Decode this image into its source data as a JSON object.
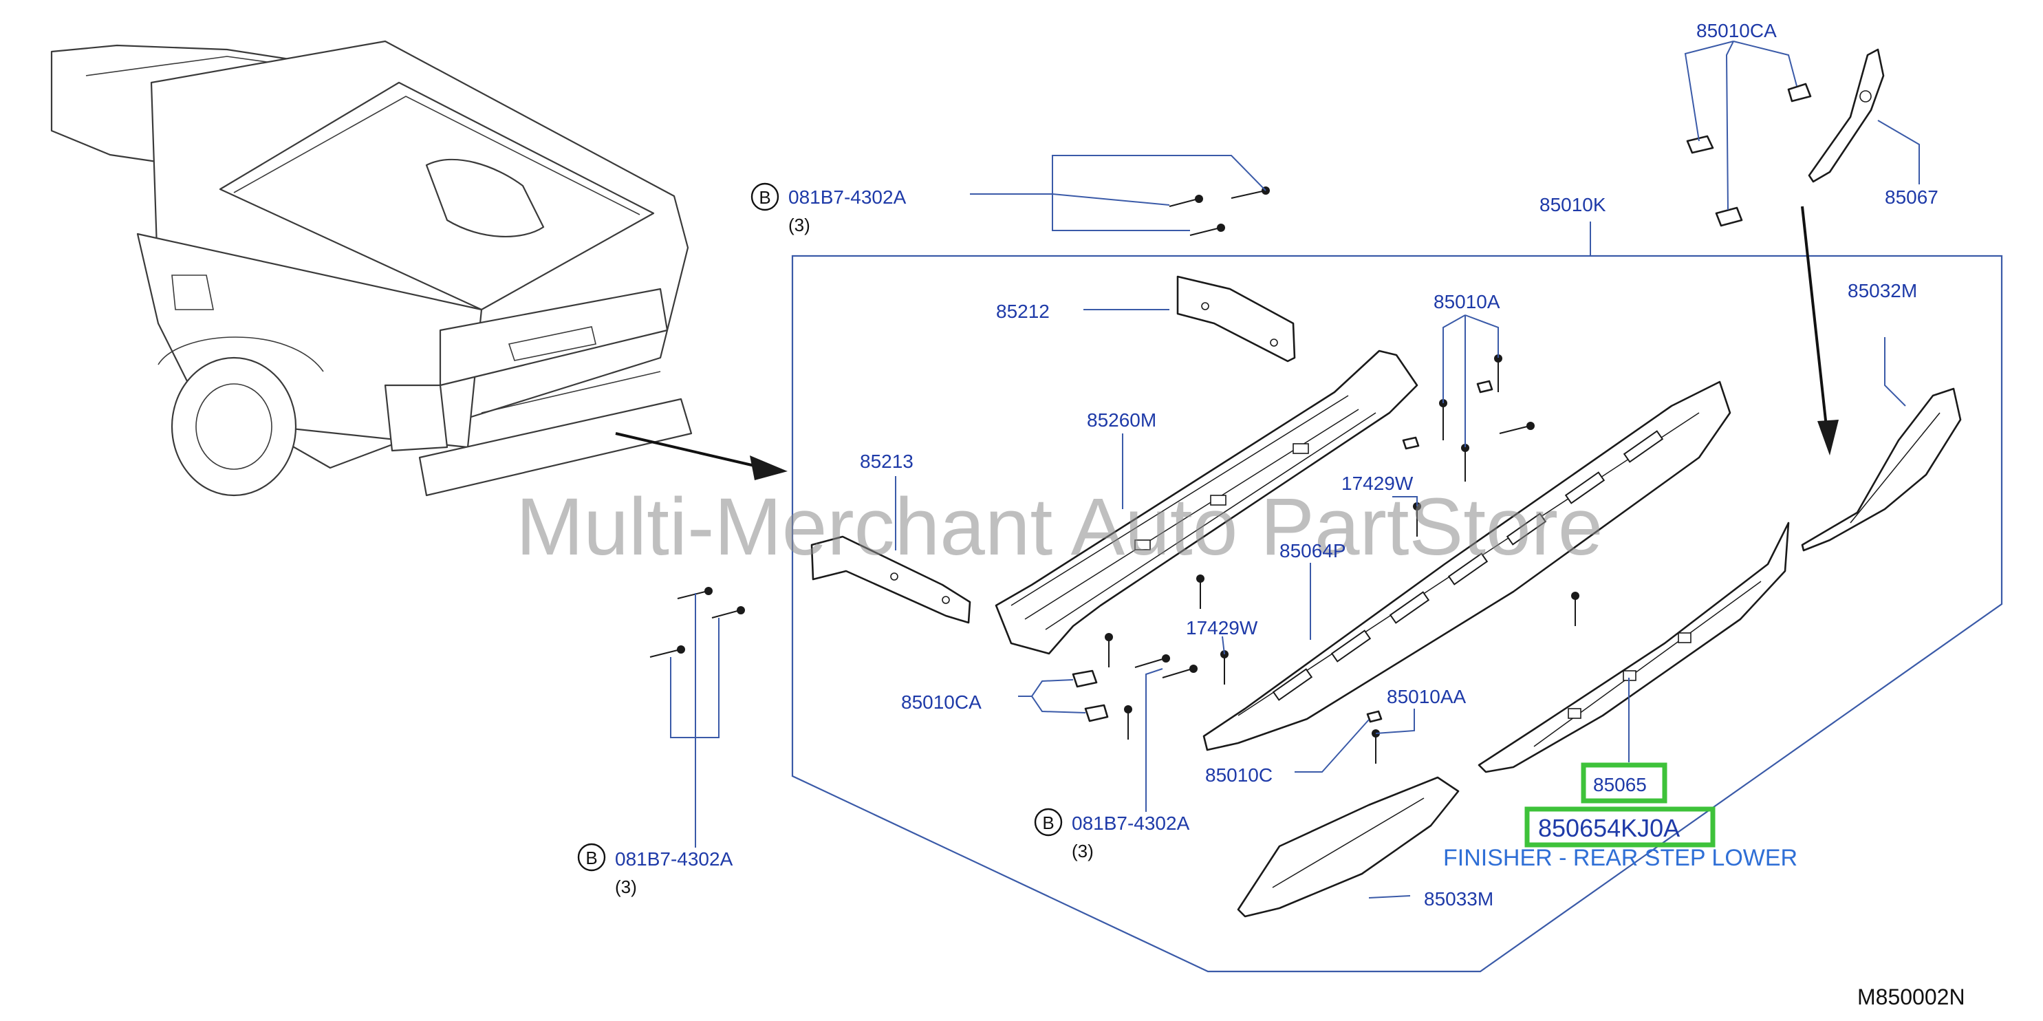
{
  "diagram": {
    "figure_code": "M850002N",
    "watermark": "Multi-Merchant Auto PartStore",
    "highlighted_part": {
      "ref": "85065",
      "part_number": "850654KJ0A",
      "description": "FINISHER - REAR STEP LOWER",
      "highlight_color": "#3ec23a"
    },
    "callouts": {
      "c85010CA_top": "85010CA",
      "c85067": "85067",
      "c85010K": "85010K",
      "c85032M": "85032M",
      "c85212": "85212",
      "c85010A": "85010A",
      "c85260M": "85260M",
      "c85213": "85213",
      "c17429W_a": "17429W",
      "c85064P": "85064P",
      "c17429W_b": "17429W",
      "c85010CA_mid": "85010CA",
      "c85010AA": "85010AA",
      "c85010C": "85010C",
      "c85033M": "85033M"
    },
    "bolt_refs": {
      "top": {
        "badge": "B",
        "part": "081B7-4302A",
        "qty": "(3)"
      },
      "mid": {
        "badge": "B",
        "part": "081B7-4302A",
        "qty": "(3)"
      },
      "left": {
        "badge": "B",
        "part": "081B7-4302A",
        "qty": "(3)"
      }
    },
    "colors": {
      "label": "#1e3aa8",
      "leader": "#3a5aa8",
      "description": "#2f6fd6",
      "highlight": "#3ec23a"
    }
  }
}
